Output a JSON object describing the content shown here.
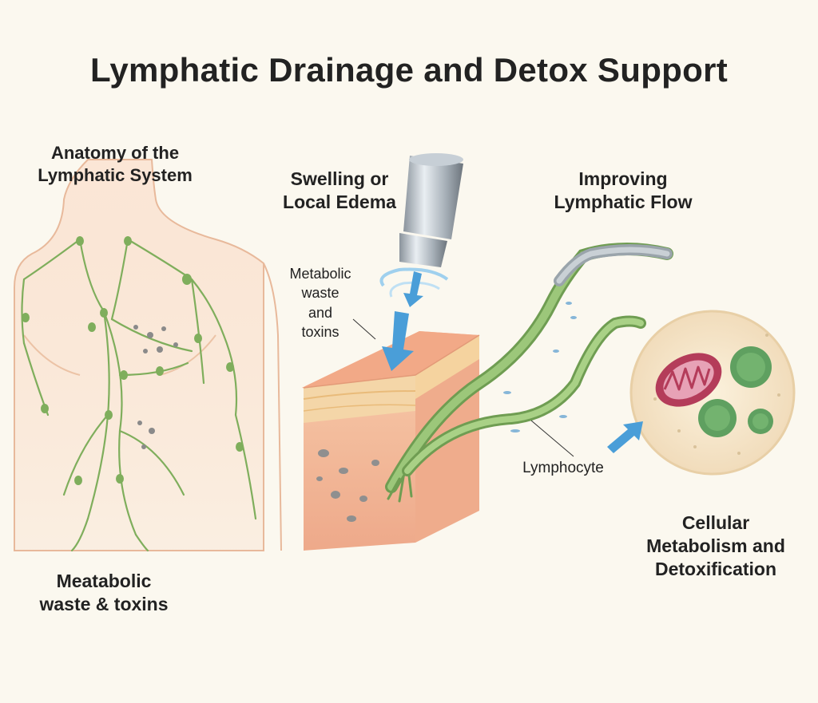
{
  "title": "Lymphatic Drainage and Detox Support",
  "labels": {
    "anatomy": [
      "Anatomy of the",
      "Lymphatic System"
    ],
    "swelling": [
      "Swelling or",
      "Local Edema"
    ],
    "improving": [
      "Improving",
      "Lymphatic Flow"
    ],
    "metabolic": [
      "Metabolic",
      "waste",
      "and",
      "toxins"
    ],
    "lymphocyte": "Lymphocyte",
    "cellular": [
      "Cellular",
      "Metabolism and",
      "Detoxification"
    ],
    "waste": [
      "Meatabolic",
      "waste & toxins"
    ]
  },
  "colors": {
    "background": "#fbf8ef",
    "skin": "#f6d3b8",
    "lymph_vessel": "#7fae5c",
    "arrow": "#4a9ed8",
    "mitochondria": "#b43c5a",
    "cell_nucleus": "#5fa060"
  },
  "icons": [
    "massage-device-icon",
    "flow-arrow-icon",
    "mitochondria-icon"
  ]
}
